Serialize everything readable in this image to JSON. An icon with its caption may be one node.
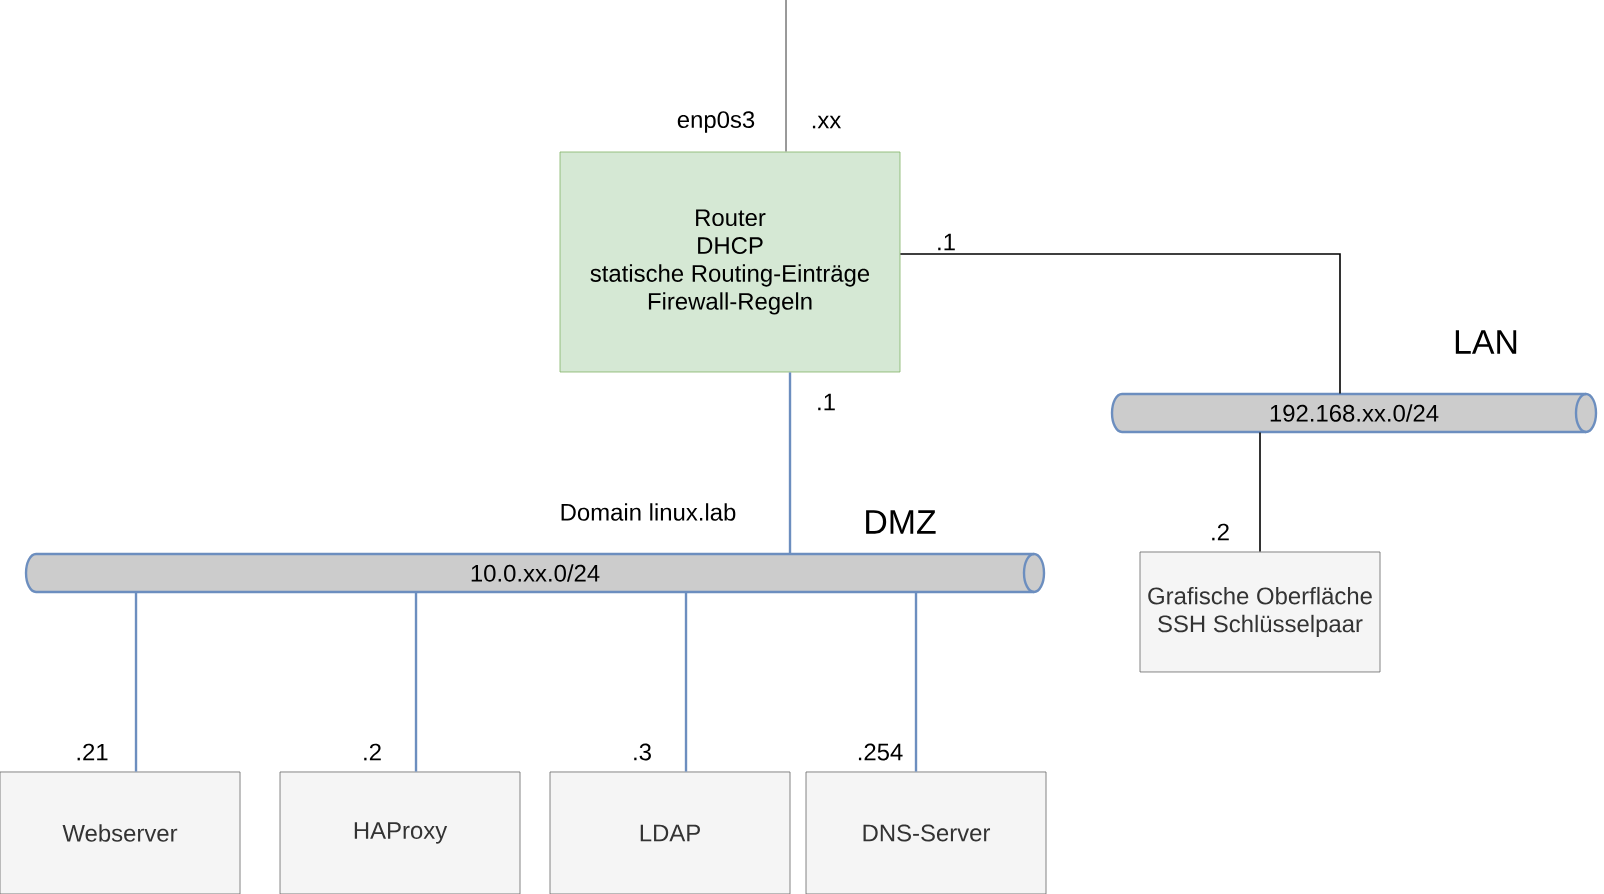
{
  "diagram": {
    "nodes": [
      {
        "text": [
          "Router",
          "DHCP",
          "statische Routing-Einträge",
          "Firewall-Regeln"
        ]
      },
      {
        "text": [
          "192.168.xx.0/24"
        ],
        "beside": [
          "LAN"
        ]
      },
      {
        "text": [
          "10.0.xx.0/24"
        ],
        "beside": [
          "DMZ"
        ]
      },
      {
        "text": [
          "Grafische Oberfläche",
          "SSH Schlüsselpaar"
        ]
      },
      {
        "text": [
          "Webserver"
        ]
      },
      {
        "text": [
          "HAProxy"
        ]
      },
      {
        "text": [
          "LDAP"
        ]
      },
      {
        "text": [
          "DNS-Server"
        ]
      }
    ],
    "edges": [
      {
        "from": null,
        "to": 0,
        "arrow": "none",
        "label": ".xx",
        "color": "#808080"
      },
      {
        "from": 0,
        "to": 1,
        "arrow": "none",
        "label": ".1",
        "color": "#000000"
      },
      {
        "from": 0,
        "to": 2,
        "arrow": "none",
        "label": ".1"
      },
      {
        "from": 1,
        "to": 3,
        "arrow": "none",
        "label": ".2",
        "color": "#000000"
      },
      {
        "from": 2,
        "to": 4,
        "arrow": "none",
        "label": ".21"
      },
      {
        "from": 2,
        "to": 5,
        "arrow": "none",
        "label": ".2"
      },
      {
        "from": 2,
        "to": 6,
        "arrow": "none",
        "label": ".3"
      },
      {
        "from": 2,
        "to": 7,
        "arrow": "none",
        "label": ".254"
      }
    ],
    "labels": [
      "enp0s3",
      "Domain linux.lab"
    ]
  }
}
